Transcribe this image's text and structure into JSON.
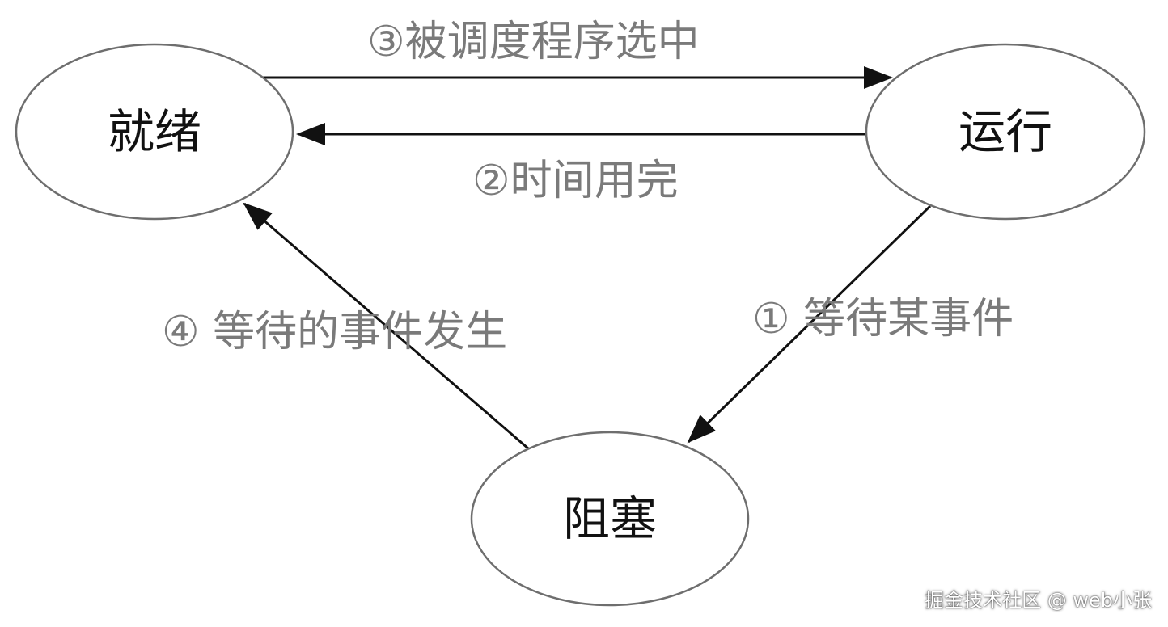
{
  "nodes": {
    "ready": {
      "label": "就绪"
    },
    "running": {
      "label": "运行"
    },
    "blocked": {
      "label": "阻塞"
    }
  },
  "edges": {
    "ready_to_running": {
      "label": "③被调度程序选中"
    },
    "running_to_ready": {
      "label": "②时间用完"
    },
    "running_to_blocked": {
      "label": "① 等待某事件"
    },
    "blocked_to_ready": {
      "label": "④ 等待的事件发生"
    }
  },
  "watermark": {
    "text": "掘金技术社区 @ web小张"
  },
  "colors": {
    "node_stroke": "#6e6e6e",
    "arrow": "#111111",
    "edge_label": "#7a7a7a",
    "node_text": "#111111"
  }
}
